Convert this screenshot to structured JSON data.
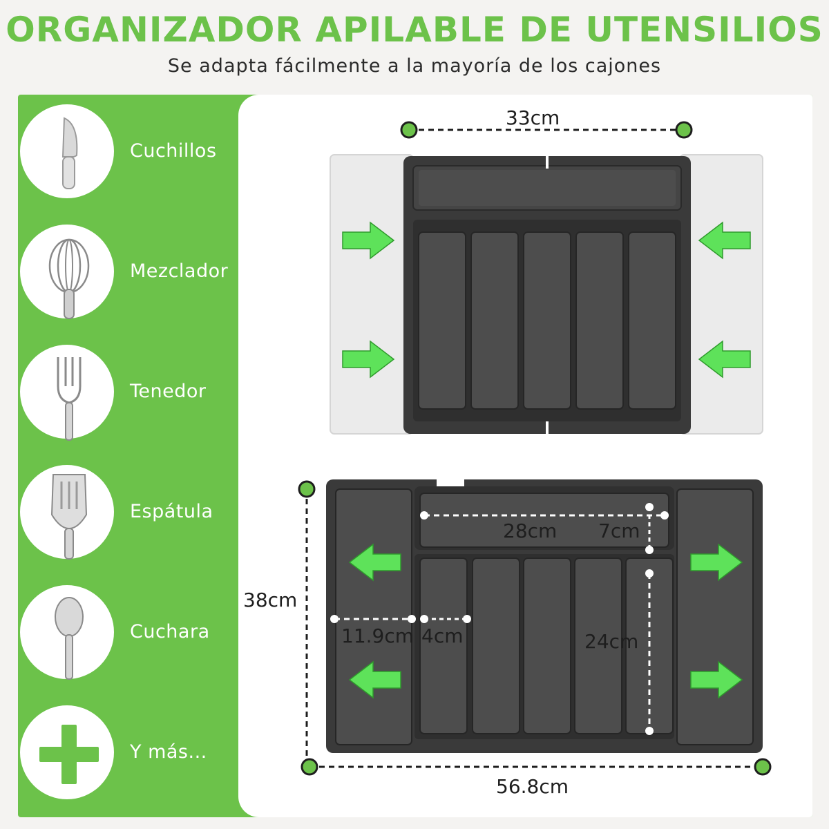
{
  "header": {
    "title": "ORGANIZADOR APILABLE DE UTENSILIOS",
    "subtitle": "Se adapta fácilmente a la mayoría de los cajones"
  },
  "sidebar": {
    "items": [
      {
        "label": "Cuchillos",
        "icon": "knife-icon"
      },
      {
        "label": "Mezclador",
        "icon": "whisk-icon"
      },
      {
        "label": "Tenedor",
        "icon": "fork-icon"
      },
      {
        "label": "Espátula",
        "icon": "spatula-icon"
      },
      {
        "label": "Cuchara",
        "icon": "spoon-icon"
      },
      {
        "label": "Y más...",
        "icon": "plus-icon"
      }
    ]
  },
  "dimensions": {
    "closed_width": "33cm",
    "open_width": "56.8cm",
    "depth": "38cm",
    "top_compartment_length": "28cm",
    "top_compartment_width": "7cm",
    "side_compartment_width": "11.9cm",
    "slot_width": "4cm",
    "slot_length": "24cm"
  },
  "colors": {
    "accent": "#6cc24a",
    "tray": "#3a3a3a",
    "extension": "#e9e9e9"
  }
}
